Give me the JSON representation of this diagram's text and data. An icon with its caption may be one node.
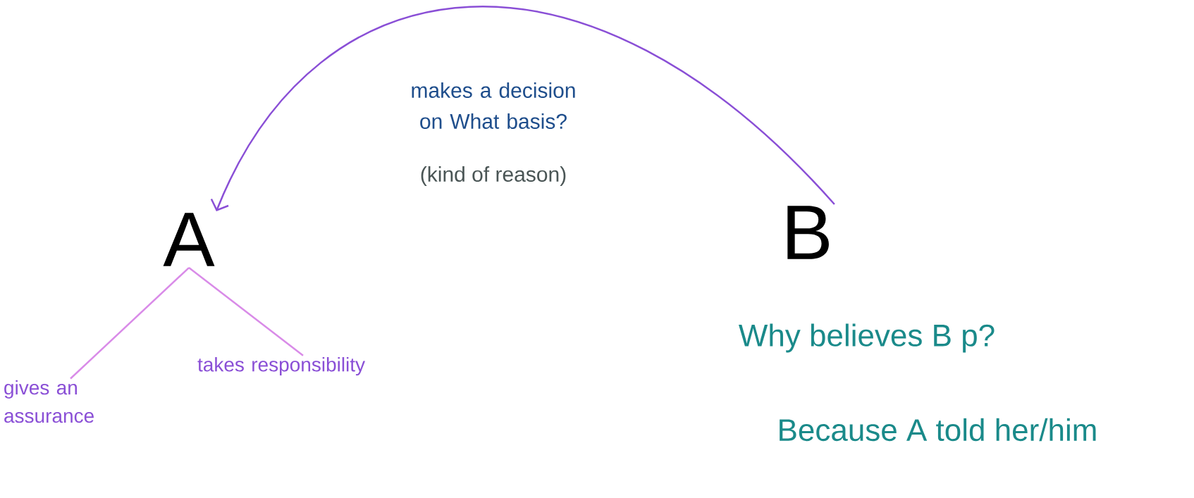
{
  "diagram": {
    "nodes": [
      {
        "text": [
          "A"
        ]
      },
      {
        "text": [
          "B"
        ]
      },
      {
        "text": [
          "gives an assurance"
        ]
      },
      {
        "text": [
          "takes responsibility"
        ]
      }
    ],
    "edges": [
      {
        "from": 1,
        "to": 0,
        "arrow": "to",
        "label": "makes a decision on What basis?",
        "color": "#8a4fd6"
      },
      {
        "from": 0,
        "to": 2,
        "arrow": "none"
      },
      {
        "from": 0,
        "to": 3,
        "arrow": "none"
      }
    ],
    "labels": [
      "(kind of reason)",
      "Why believes B p?",
      "Because A told her/him"
    ]
  }
}
